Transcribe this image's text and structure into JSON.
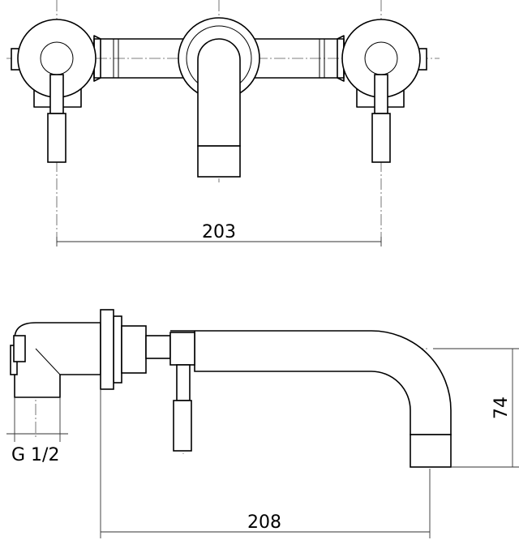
{
  "dimensions": {
    "top_width": "203",
    "side_depth": "208",
    "spout_height": "74",
    "thread": "G 1/2"
  }
}
